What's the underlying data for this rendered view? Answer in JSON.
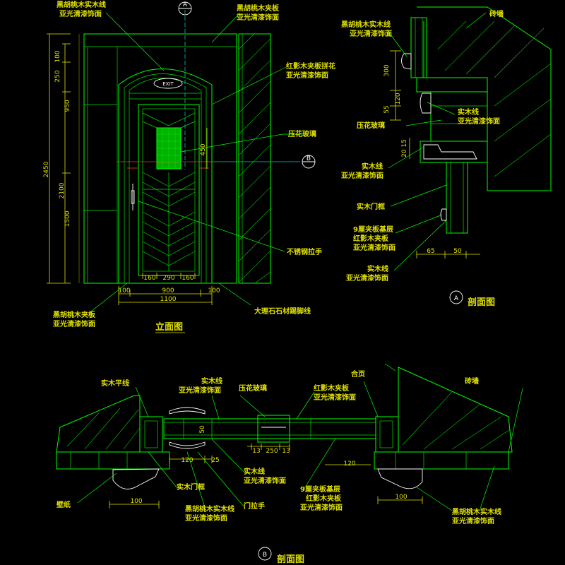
{
  "elevation": {
    "title": "立面图",
    "section_marker_top": "A",
    "section_marker_right": "B",
    "exit_sign": "EXIT",
    "labels": {
      "top_left_1": "黑胡桃木实木线",
      "top_left_2": "亚光清漆饰面",
      "top_right_1": "黑胡桃木夹板",
      "top_right_2": "亚光清漆饰面",
      "panel_1": "红影木夹板拼花",
      "panel_2": "亚光清漆饰面",
      "glass": "压花玻璃",
      "handle": "不锈钢拉手",
      "bottom_left_1": "黑胡桃木夹板",
      "bottom_left_2": "亚光清漆饰面",
      "marble": "大理石石材踢脚线"
    },
    "dims": {
      "h_total": "2450",
      "h_2100": "2100",
      "h_1500": "1500",
      "h_950": "950",
      "h_250": "250",
      "h_100": "100",
      "h_450": "450",
      "w_total": "1100",
      "w_900": "900",
      "w_100a": "100",
      "w_100b": "100",
      "w_160a": "160",
      "w_290": "290",
      "w_160b": "160"
    }
  },
  "section_a": {
    "title": "剖面图",
    "marker": "A",
    "labels": {
      "l1_1": "黑胡桃木实木线",
      "l1_2": "亚光清漆饰面",
      "brick": "砖墙",
      "solid_line_1": "实木线",
      "solid_line_2": "亚光清漆饰面",
      "glass": "压花玻璃",
      "solid2_1": "实木线",
      "solid2_2": "亚光清漆饰面",
      "frame": "实木门框",
      "ply_1": "9厘夹板基层",
      "ply_2": "红影木夹板",
      "ply_3": "亚光清漆饰面",
      "solid3_1": "实木线",
      "solid3_2": "亚光清漆饰面"
    },
    "dims": {
      "d300": "300",
      "d120": "120",
      "d55": "55",
      "d2015": "20 15",
      "d65": "65",
      "d50": "50"
    }
  },
  "section_b": {
    "title": "剖面图",
    "marker": "B",
    "labels": {
      "solid_flat": "实木平线",
      "solid_1": "实木线",
      "solid_2": "亚光清漆饰面",
      "glass": "压花玻璃",
      "red_1": "红影木夹板",
      "red_2": "亚光清漆饰面",
      "hinge": "合页",
      "brick": "砖墙",
      "wallpaper": "壁纸",
      "frame": "实木门框",
      "mid_1": "实木线",
      "mid_2": "亚光清漆饰面",
      "walnut_1": "黑胡桃木实木线",
      "walnut_2": "亚光清漆饰面",
      "handle": "门拉手",
      "ply_1": "9厘夹板基层",
      "ply_2": "红影木夹板",
      "ply_3": "亚光清漆饰面",
      "right_1": "黑胡桃木实木线",
      "right_2": "亚光清漆饰面"
    },
    "dims": {
      "d120a": "120",
      "d25": "25",
      "d50": "50",
      "d13a": "13",
      "d250": "250",
      "d13b": "13",
      "d120b": "120",
      "d100a": "100",
      "d100b": "100"
    }
  },
  "colors": {
    "background": "#000000",
    "line_green": "#00ff00",
    "text_yellow": "#e0e000",
    "line_white": "#ffffff",
    "line_cyan": "#00c8c8",
    "line_red": "#ff3030"
  }
}
